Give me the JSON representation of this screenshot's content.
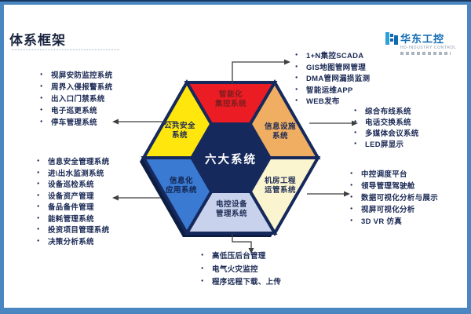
{
  "title": "体系框架",
  "logo": {
    "name": "华东工控",
    "subtitle": "HD-INDUSTRY CONTROL"
  },
  "hexagon": {
    "center_label": "六大系统",
    "segments": [
      {
        "id": "top",
        "line1": "智能化",
        "line2": "集控系统",
        "color": "#ec1c24",
        "text_color": "#7c1d1d"
      },
      {
        "id": "upper-right",
        "line1": "信息设施",
        "line2": "系统",
        "color": "#efae62",
        "text_color": "#1b2a55"
      },
      {
        "id": "lower-right",
        "line1": "机房工程",
        "line2": "运管系统",
        "color": "#fbf5cf",
        "text_color": "#233058"
      },
      {
        "id": "bottom",
        "line1": "电控设备",
        "line2": "管理系统",
        "color": "#c9d2ec",
        "text_color": "#233058"
      },
      {
        "id": "lower-left",
        "line1": "信息化",
        "line2": "应用系统",
        "color": "#3b7ad2",
        "text_color": "#10234d"
      },
      {
        "id": "upper-left",
        "line1": "公共安全",
        "line2": "系统",
        "color": "#ffe60d",
        "text_color": "#1b2a55"
      }
    ],
    "base_color": "#16295c"
  },
  "lists": {
    "smart_scada": {
      "items": [
        "1+N集控SCADA",
        "GIS地图管网管理",
        "DMA管网漏损监测",
        "智能运维APP",
        "WEB发布"
      ]
    },
    "public_security": {
      "items": [
        "视屏安防监控系统",
        "周界入侵报警系统",
        "出入口门禁系统",
        "电子巡更系统",
        "停车管理系统"
      ]
    },
    "info_facility": {
      "items": [
        "综合布线系统",
        "电话交换系统",
        "多媒体会议系统",
        "LED屏显示"
      ]
    },
    "info_application": {
      "items": [
        "信息安全管理系统",
        "进\\出水监测系统",
        "设备巡检系统",
        "设备资产管理",
        "备品备件管理",
        "能耗管理系统",
        "投资项目管理系统",
        "决策分析系统"
      ]
    },
    "room_ops": {
      "items": [
        "中控调度平台",
        "领导管理驾驶舱",
        "数据可视化分析与展示",
        "视屏可视化分析",
        "3D VR 仿真"
      ]
    },
    "electric_control": {
      "items": [
        "高低压后台管理",
        "电气火灾监控",
        "程序远程下载、上传"
      ]
    }
  },
  "colors": {
    "frame": "#4a86c2",
    "frame_top_line": "#17375e",
    "text_navy": "#1b2a55",
    "connector": "#3f3f3f",
    "logo_blue": "#0f6ab4"
  }
}
